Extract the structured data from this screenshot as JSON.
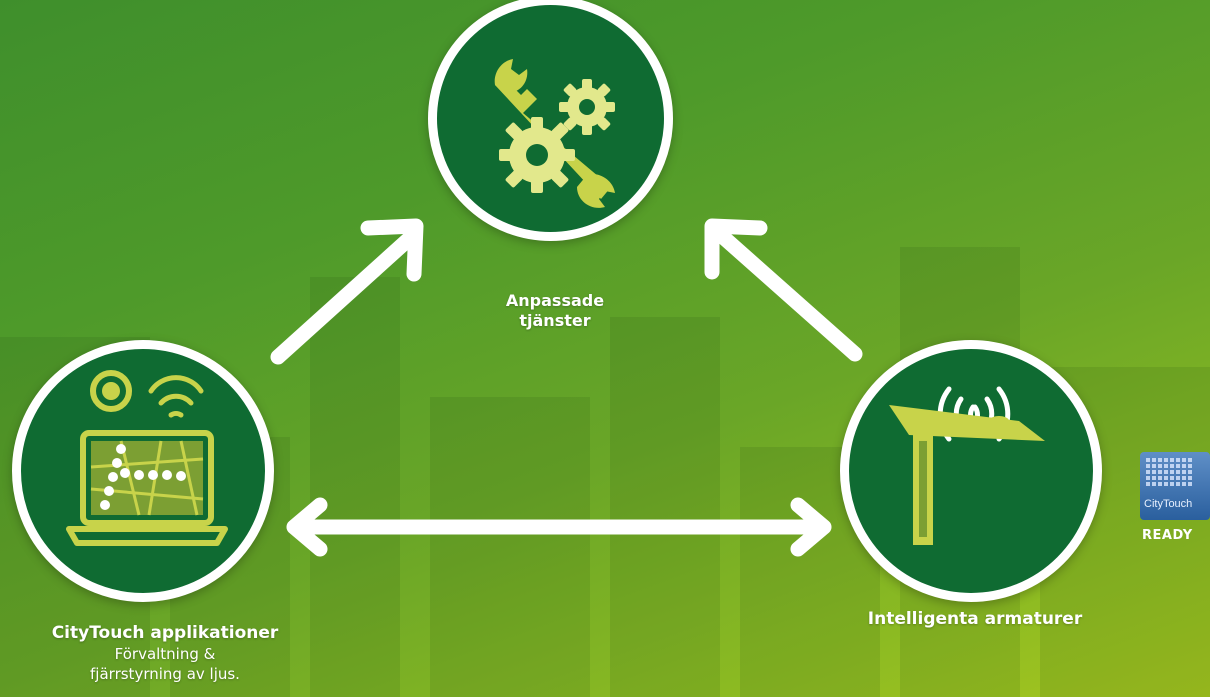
{
  "nodes": {
    "services": {
      "title": "Anpassade",
      "title2": "tjänster"
    },
    "applications": {
      "title": "CityTouch applikationer",
      "subtitle": "Förvaltning &",
      "subtitle2": "fjärrstyrning av ljus."
    },
    "luminaires": {
      "title": "Intelligenta armaturer"
    }
  },
  "badge": {
    "logo_text": "CityTouch",
    "ready": "READY"
  },
  "colors": {
    "circle_fill": "#0f6b32",
    "icon": "#c8d34a",
    "icon_light": "#e2e88c",
    "ring": "#ffffff"
  },
  "icons": [
    "wrench-gears-icon",
    "laptop-map-icon",
    "streetlight-signal-icon"
  ]
}
